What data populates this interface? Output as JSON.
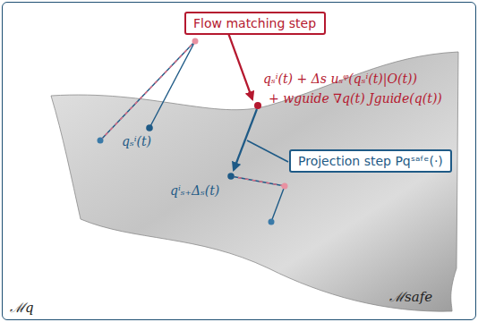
{
  "diagram": {
    "nodes": [
      {
        "text": [
          "ℳq"
        ]
      },
      {
        "text": [
          "ℳsafe"
        ],
        "in": 0
      },
      {
        "text": [
          "Flow matching step"
        ],
        "in": 0
      },
      {
        "text": [
          "Projection step Pqˢᵃᶠᵉ(·)"
        ],
        "in": 0
      }
    ],
    "labels": [
      "qₛⁱ(t)",
      "qₛⁱ(t) + Δs uₛᵠ(qₛⁱ(t)|O(t))",
      "+ wguide ∇q(t) Jguide(q(t))",
      "qⁱₛ₊Δₛ(t)"
    ]
  }
}
